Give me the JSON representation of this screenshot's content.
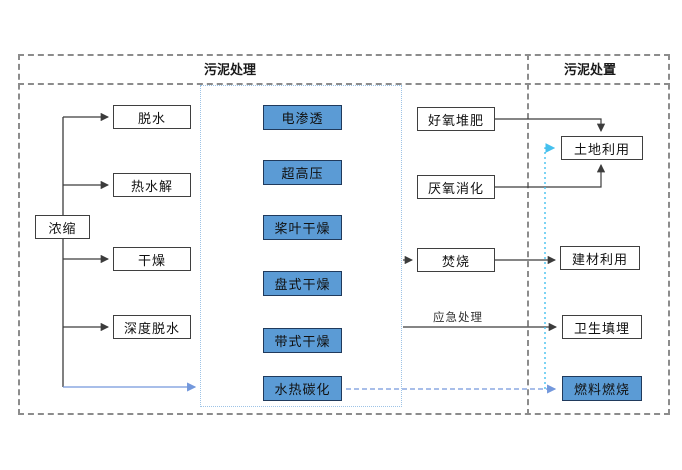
{
  "titles": {
    "treatment": "污泥处理",
    "disposal": "污泥处置"
  },
  "nodes": {
    "thickening": {
      "label": "浓缩"
    },
    "dewatering": {
      "label": "脱水"
    },
    "thermal_hydrolysis": {
      "label": "热水解"
    },
    "drying": {
      "label": "干燥"
    },
    "deep_dewatering": {
      "label": "深度脱水"
    },
    "electro_osmosis": {
      "label": "电渗透"
    },
    "ultra_high_pressure": {
      "label": "超高压"
    },
    "paddle_drying": {
      "label": "桨叶干燥"
    },
    "disc_drying": {
      "label": "盘式干燥"
    },
    "belt_drying": {
      "label": "带式干燥"
    },
    "hydrothermal_carbonization": {
      "label": "水热碳化"
    },
    "aerobic_composting": {
      "label": "好氧堆肥"
    },
    "anaerobic_digestion": {
      "label": "厌氧消化"
    },
    "incineration": {
      "label": "焚烧"
    },
    "land_use": {
      "label": "土地利用"
    },
    "building_material_use": {
      "label": "建材利用"
    },
    "sanitary_landfill": {
      "label": "卫生填埋"
    },
    "fuel_combustion": {
      "label": "燃料燃烧"
    }
  },
  "edge_labels": {
    "emergency": "应急处理"
  },
  "colors": {
    "highlight_fill": "#5b9bd5",
    "connector_black": "#3c3c3c",
    "connector_blue": "#7398dc",
    "connector_cyan": "#45c0ee",
    "boundary_gray": "#8c8c8c",
    "panel_border_blue": "#9dc3e6"
  },
  "edges": [
    {
      "from": "thickening",
      "to": "dewatering",
      "style": "solid-black"
    },
    {
      "from": "thickening",
      "to": "thermal_hydrolysis",
      "style": "solid-black"
    },
    {
      "from": "thickening",
      "to": "drying",
      "style": "solid-black"
    },
    {
      "from": "thickening",
      "to": "deep_dewatering",
      "style": "solid-black"
    },
    {
      "from": "thickening",
      "to": "treatment_tech_panel",
      "style": "solid-blue"
    },
    {
      "from": "treatment_tech_panel",
      "to": "incineration",
      "style": "solid-black"
    },
    {
      "from": "aerobic_composting",
      "to": "land_use",
      "style": "solid-black"
    },
    {
      "from": "anaerobic_digestion",
      "to": "land_use",
      "style": "solid-black"
    },
    {
      "from": "incineration",
      "to": "building_material_use",
      "style": "solid-black"
    },
    {
      "from": "treatment_tech_panel",
      "to": "sanitary_landfill",
      "style": "solid-black",
      "label": "应急处理"
    },
    {
      "from": "hydrothermal_carbonization",
      "to": "fuel_combustion",
      "style": "dashed-blue"
    },
    {
      "from": "hydrothermal_carbonization",
      "to": "land_use",
      "style": "dotted-cyan"
    }
  ]
}
